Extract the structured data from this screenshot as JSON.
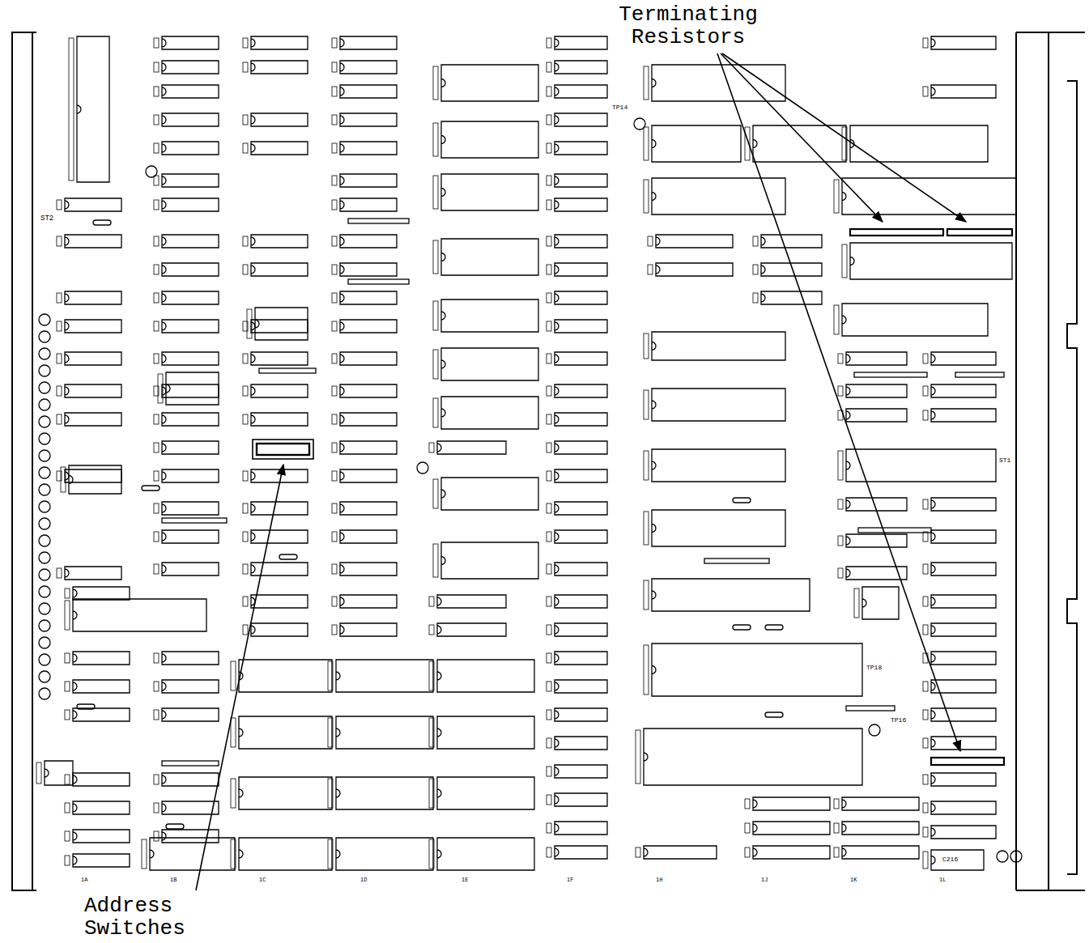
{
  "diagram": {
    "labels": [
      "Terminating Resistors",
      "Address Switches",
      "ST1",
      "ST2",
      "TP14",
      "TP18",
      "TP16",
      "C216",
      "1A",
      "1B",
      "1C",
      "1D",
      "1E",
      "1F",
      "1H",
      "1J",
      "1K",
      "1L"
    ]
  }
}
